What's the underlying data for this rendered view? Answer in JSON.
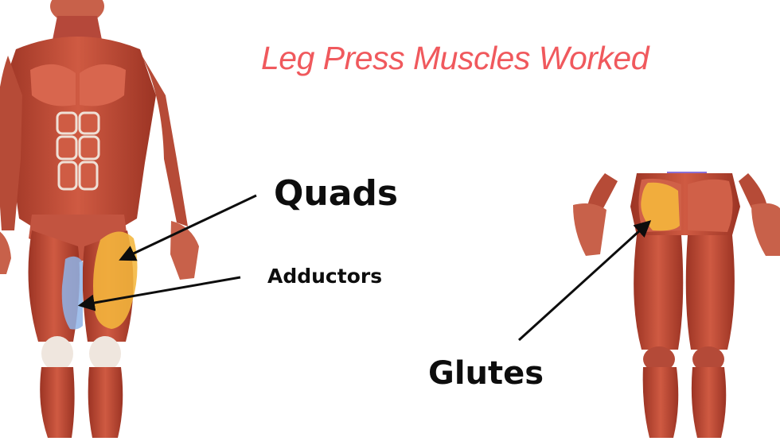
{
  "title": "Leg Press Muscles Worked",
  "labels": {
    "quads": "Quads",
    "adductors": "Adductors",
    "glutes": "Glutes"
  },
  "colors": {
    "title": "#f0595d",
    "muscle": "#c04a36",
    "muscle_dark": "#8e2d1f",
    "skin": "#f2c7a9",
    "tendon": "#efe6de",
    "quads_highlight": "#f4b63c",
    "adductors_highlight": "#8fb4e8",
    "glutes_highlight": "#f4b63c"
  }
}
